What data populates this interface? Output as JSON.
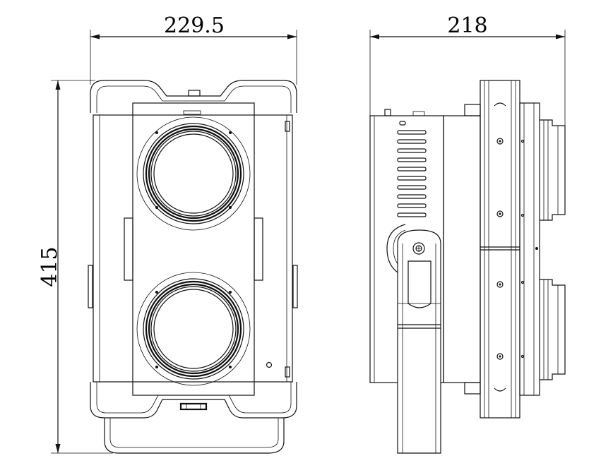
{
  "dimensions": {
    "front_width": "229.5",
    "side_width": "218",
    "height": "415"
  },
  "colors": {
    "line": "#111111",
    "background": "#ffffff"
  }
}
